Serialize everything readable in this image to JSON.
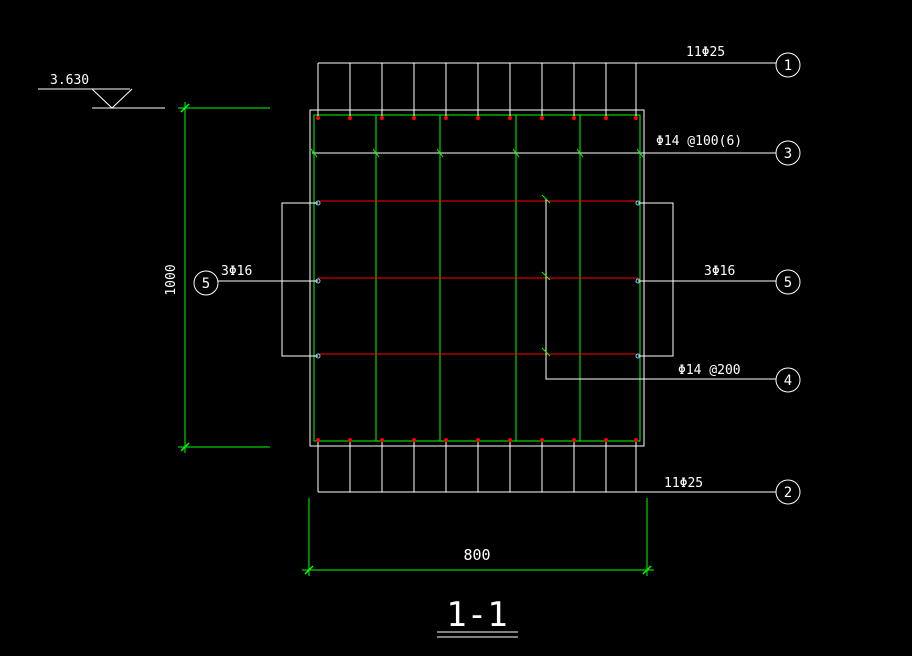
{
  "drawing": {
    "section_title": "1-1",
    "elevation_label": "3.630",
    "dim_width_label": "800",
    "dim_height_label": "1000"
  },
  "callouts": {
    "top_bars": {
      "label": "11Φ25",
      "tag": "1"
    },
    "bottom_bars": {
      "label": "11Φ25",
      "tag": "2"
    },
    "stirrup": {
      "label": "Φ14 @100(6)",
      "tag": "3"
    },
    "tie": {
      "label": "Φ14 @200",
      "tag": "4"
    },
    "side_bars_left": {
      "label": "3Φ16",
      "tag": "5"
    },
    "side_bars_right": {
      "label": "3Φ16",
      "tag": "5"
    }
  },
  "colors": {
    "background": "#000000",
    "outline": "#ffffff",
    "stirrups": "#00ff00",
    "dimension": "#00ff00",
    "longitudinal_bars": "#ff0000"
  }
}
